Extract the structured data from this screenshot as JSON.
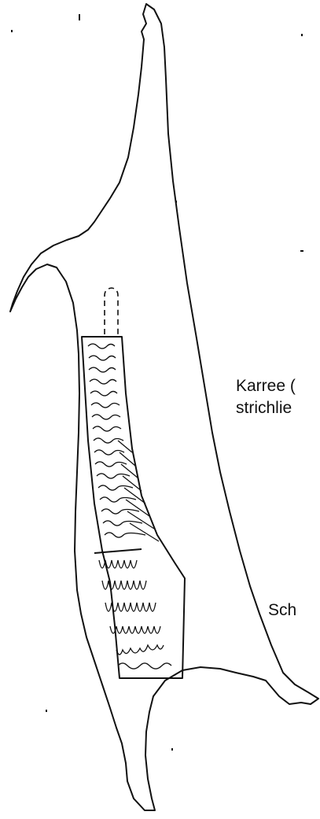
{
  "labels": {
    "karree_line1": "Karree (",
    "karree_line2": "strichlie",
    "schulter": "Sch"
  },
  "colors": {
    "line": "#111111",
    "background": "#ffffff"
  }
}
